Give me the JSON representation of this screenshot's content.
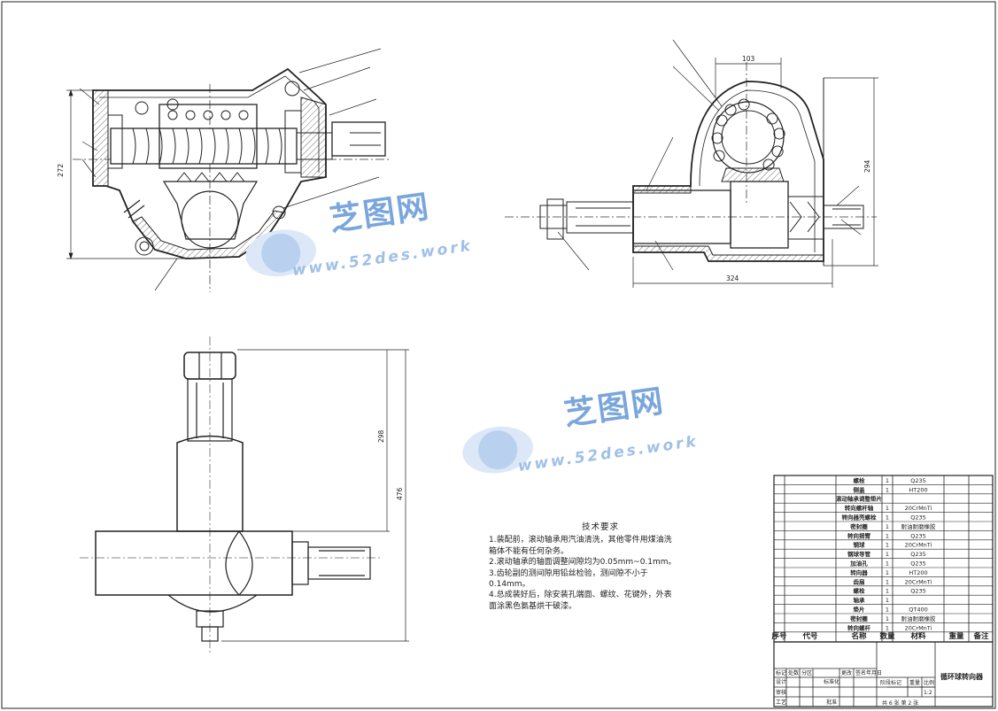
{
  "dimensions": {
    "left_height": "272",
    "top_width": "103",
    "right_height": "294",
    "bottom_width": "324",
    "front_inner": "298",
    "front_total": "476"
  },
  "notes": {
    "title": "技术要求",
    "lines": [
      "1.装配前，滚动轴承用汽油清洗，其他零件用煤油洗",
      "箱体不能有任何杂务。",
      "2.滚动轴承的轴面调整间隙均为0.05mm~0.1mm。",
      "3.齿轮副的测间隙用铅丝检验，测间隙不小于",
      "0.14mm。",
      "4.总成装好后，除安装孔端面、螺纹、花键外，外表",
      "面涂黑色氨基烘干破漆。"
    ]
  },
  "watermark": {
    "brand": "芝图网",
    "url": "www.52des.work"
  },
  "bom": {
    "rows": [
      {
        "name": "螺栓",
        "qty": "1",
        "material": "Q235"
      },
      {
        "name": "侧盖",
        "qty": "1",
        "material": "HT200"
      },
      {
        "name": "滚动轴承调整垫片",
        "qty": "",
        "material": ""
      },
      {
        "name": "转向螺杆轴",
        "qty": "1",
        "material": "20CrMnTi"
      },
      {
        "name": "转向器壳螺栓",
        "qty": "1",
        "material": "Q235"
      },
      {
        "name": "密封圈",
        "qty": "1",
        "material": "耐油耐磨橡胶"
      },
      {
        "name": "转向摇臂",
        "qty": "1",
        "material": "Q235"
      },
      {
        "name": "钢球",
        "qty": "1",
        "material": "20CrMnTi"
      },
      {
        "name": "钢球导管",
        "qty": "1",
        "material": "Q235"
      },
      {
        "name": "加油孔",
        "qty": "1",
        "material": "Q235"
      },
      {
        "name": "转向器",
        "qty": "1",
        "material": "HT200"
      },
      {
        "name": "齿扇",
        "qty": "1",
        "material": "20CrMnTi"
      },
      {
        "name": "螺栓",
        "qty": "1",
        "material": "Q235"
      },
      {
        "name": "轴承",
        "qty": "1",
        "material": ""
      },
      {
        "name": "垫片",
        "qty": "1",
        "material": "QT400"
      },
      {
        "name": "密封圈",
        "qty": "1",
        "material": "耐油耐磨橡胶"
      },
      {
        "name": "转向螺杆",
        "qty": "1",
        "material": "20CrMnTi"
      }
    ],
    "header": {
      "seq": "序号",
      "code": "代号",
      "name": "名称",
      "qty": "数量",
      "material": "材料",
      "weight": "重量",
      "remark": "备注"
    }
  },
  "title_block": {
    "drawing_name": "循环球转向器",
    "r1": [
      "标记",
      "处数",
      "分区",
      "更改",
      "签名",
      "年月日"
    ],
    "r2": [
      "设计",
      "标准化"
    ],
    "r3": [
      "审核"
    ],
    "r4": [
      "工艺",
      "批准"
    ],
    "stage_label": "阶段标记",
    "weight_label": "重量",
    "scale_label": "比例",
    "scale_value": "1:2",
    "sheets": "共 6 张 第 2 张"
  }
}
